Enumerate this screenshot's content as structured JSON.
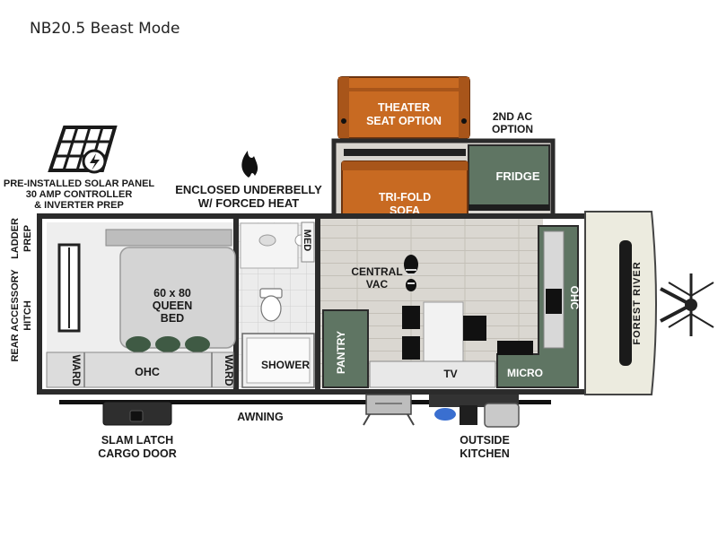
{
  "title": "NB20.5 Beast Mode",
  "labels": {
    "solar_1": "PRE-INSTALLED SOLAR PANEL",
    "solar_2": "30 AMP CONTROLLER",
    "solar_3": "& INVERTER PREP",
    "underbelly_1": "ENCLOSED UNDERBELLY",
    "underbelly_2": "W/ FORCED HEAT",
    "theater_1": "THEATER",
    "theater_2": "SEAT OPTION",
    "ac_1": "2ND AC",
    "ac_2": "OPTION",
    "fridge": "FRIDGE",
    "sofa_1": "TRI-FOLD",
    "sofa_2": "SOFA",
    "med": "MED",
    "ladder_1": "LADDER",
    "ladder_2": "PREP",
    "hitch_1": "REAR ACCESSORY",
    "hitch_2": "HITCH",
    "bed_1": "60 x 80",
    "bed_2": "QUEEN",
    "bed_3": "BED",
    "ward_left": "WARD",
    "ohc_bed": "OHC",
    "ward_right": "WARD",
    "shower": "SHOWER",
    "central_1": "CENTRAL",
    "central_2": "VAC",
    "pantry": "PANTRY",
    "tv": "TV",
    "micro": "MICRO",
    "ohc_front": "OHC",
    "brand": "FOREST RIVER",
    "awning": "AWNING",
    "cargo_1": "SLAM LATCH",
    "cargo_2": "CARGO DOOR",
    "kitchen_1": "OUTSIDE",
    "kitchen_2": "KITCHEN"
  },
  "colors": {
    "wall": "#2b2b2b",
    "floor": "#d9d6d0",
    "cabinet_green": "#5f7563",
    "sofa_orange": "#c86a22",
    "bed": "#d4d4d4",
    "front_cap": "#ecebdf"
  },
  "icons": [
    "solar-panel-icon",
    "flame-icon",
    "boot-print-icon",
    "toilet-icon",
    "sink-icon"
  ]
}
